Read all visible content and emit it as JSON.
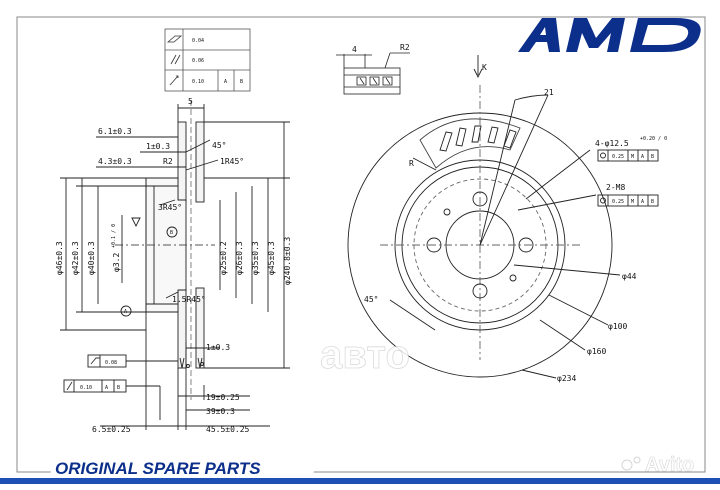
{
  "brand": {
    "logo_text": "AMD",
    "color": "#0b2f8a"
  },
  "footer": {
    "label": "ORIGINAL SPARE PARTS",
    "watermark_main": "Avito",
    "watermark_sub": "авто",
    "band_color": "#1d4fb5"
  },
  "tolerance_table": {
    "rows": [
      {
        "symbol": "flatness",
        "value": "0.04",
        "ref1": "",
        "ref2": ""
      },
      {
        "symbol": "parallelism",
        "value": "0.06",
        "ref1": "",
        "ref2": ""
      },
      {
        "symbol": "runout",
        "value": "0.10",
        "ref1": "A",
        "ref2": "B"
      }
    ]
  },
  "detail_view": {
    "width": "4",
    "radius": "R2"
  },
  "section_view": {
    "width_top": "5",
    "dim_6_1": "6.1±0.3",
    "dim_1": "1±0.3",
    "dim_4_3": "4.3±0.3",
    "radius": "R2",
    "chamfer_45": "45°",
    "chamfer_1_45": "1R45°",
    "chamfer_3_45": "3R45°",
    "chamfer_1_5_45": "1.5R45°",
    "datum_a": "A",
    "datum_b": "B",
    "diameters_left": [
      "φ46±0.3",
      "φ42±0.3",
      "φ40±0.3",
      "φ3.2"
    ],
    "bore_tol": "+0.1 / 0",
    "diameters_right": [
      "φ25±0.2",
      "φ26±0.3",
      "φ35±0.3",
      "φ45±0.3",
      "φ240.8±0.3"
    ],
    "flatness_box": "0.08",
    "runout_box": {
      "value": "0.10",
      "ref1": "A",
      "ref2": "B"
    },
    "dim_bottom_1": "1±0.3",
    "dim_19": "19±0.25",
    "dim_39": "39±0.3",
    "dim_6_5": "6.5±0.25",
    "dim_45_5": "45.5±0.25"
  },
  "front_view": {
    "label_k": "K",
    "angle_21": "21",
    "label_r": "R",
    "holes_4": "4-φ12.5",
    "holes_4_tol": "+0.20 / 0",
    "holes_4_pos": {
      "value": "0.25",
      "ref1": "M",
      "ref2": "A",
      "ref3": "B"
    },
    "threads": "2-M8",
    "threads_pos": {
      "value": "0.25",
      "ref1": "M",
      "ref2": "A",
      "ref3": "B"
    },
    "diam_44": "φ44",
    "diam_100": "φ100",
    "diam_160": "φ160",
    "diam_234": "φ234",
    "angle_45": "45°"
  }
}
